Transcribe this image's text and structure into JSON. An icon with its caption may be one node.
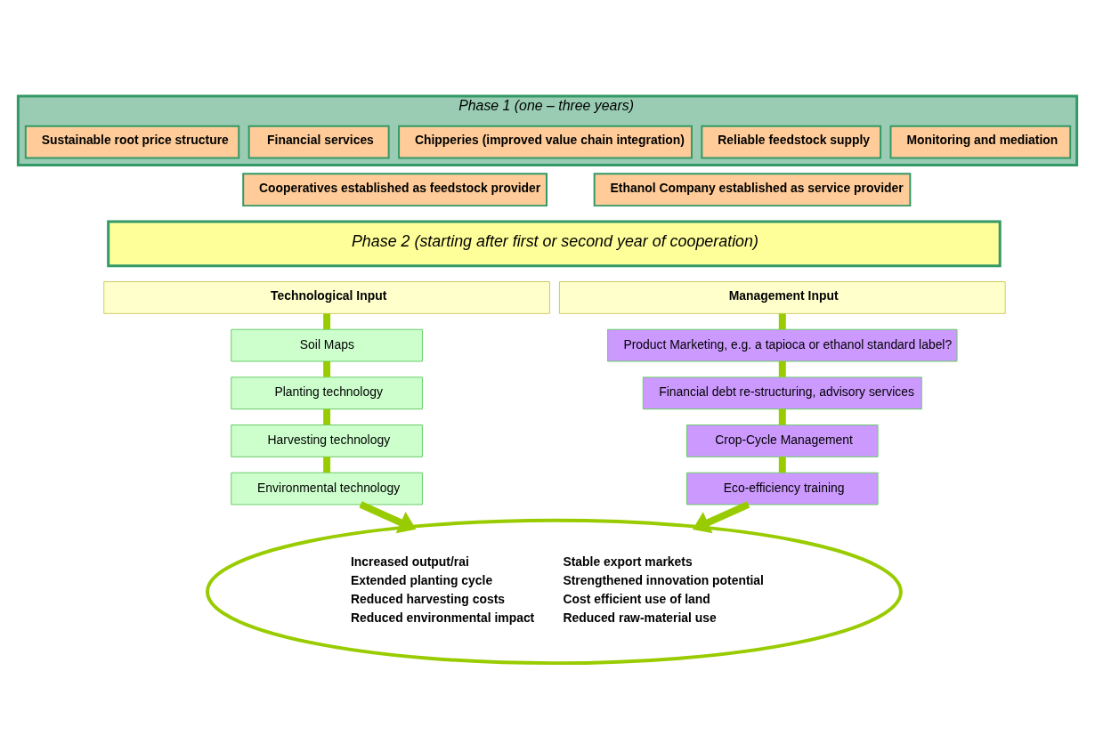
{
  "diagram": {
    "nodes": [
      {
        "text": [
          "Phase 1 (one – three years)"
        ]
      },
      {
        "text": [
          "Sustainable root price structure"
        ],
        "in": 0
      },
      {
        "text": [
          "Financial services"
        ],
        "in": 0
      },
      {
        "text": [
          "Chipperies (improved value chain integration)"
        ],
        "in": 0
      },
      {
        "text": [
          "Reliable feedstock supply"
        ],
        "in": 0
      },
      {
        "text": [
          "Monitoring and mediation"
        ],
        "in": 0
      },
      {
        "text": [
          "Cooperatives established as feedstock provider"
        ]
      },
      {
        "text": [
          "Ethanol Company established as service provider"
        ]
      },
      {
        "text": [
          "Phase 2 (starting after first or second year of cooperation)"
        ]
      },
      {
        "text": [
          "Technological Input"
        ]
      },
      {
        "text": [
          "Management Input"
        ]
      },
      {
        "text": [
          "Soil Maps"
        ]
      },
      {
        "text": [
          "Planting technology"
        ]
      },
      {
        "text": [
          "Harvesting technology"
        ]
      },
      {
        "text": [
          "Environmental technology"
        ]
      },
      {
        "text": [
          "Product Marketing, e.g. a tapioca or ethanol standard label?"
        ]
      },
      {
        "text": [
          "Financial debt re-structuring, advisory services"
        ]
      },
      {
        "text": [
          "Crop-Cycle Management"
        ]
      },
      {
        "text": [
          "Eco-efficiency training"
        ]
      },
      {
        "text": [
          "Increased output/rai",
          "Extended planting cycle",
          "Reduced harvesting costs",
          "Reduced environmental impact",
          "Stable export markets",
          "Strengthened innovation potential",
          "Cost efficient use of land",
          "Reduced raw-material use"
        ]
      }
    ],
    "edges": [
      {
        "from": 9,
        "to": 11,
        "arrow": "none"
      },
      {
        "from": 11,
        "to": 12,
        "arrow": "none"
      },
      {
        "from": 12,
        "to": 13,
        "arrow": "none"
      },
      {
        "from": 13,
        "to": 14,
        "arrow": "none"
      },
      {
        "from": 14,
        "to": 19,
        "arrow": "to"
      },
      {
        "from": 10,
        "to": 15,
        "arrow": "none"
      },
      {
        "from": 15,
        "to": 16,
        "arrow": "none"
      },
      {
        "from": 16,
        "to": 17,
        "arrow": "none"
      },
      {
        "from": 17,
        "to": 18,
        "arrow": "none"
      },
      {
        "from": 18,
        "to": 19,
        "arrow": "to"
      }
    ]
  }
}
